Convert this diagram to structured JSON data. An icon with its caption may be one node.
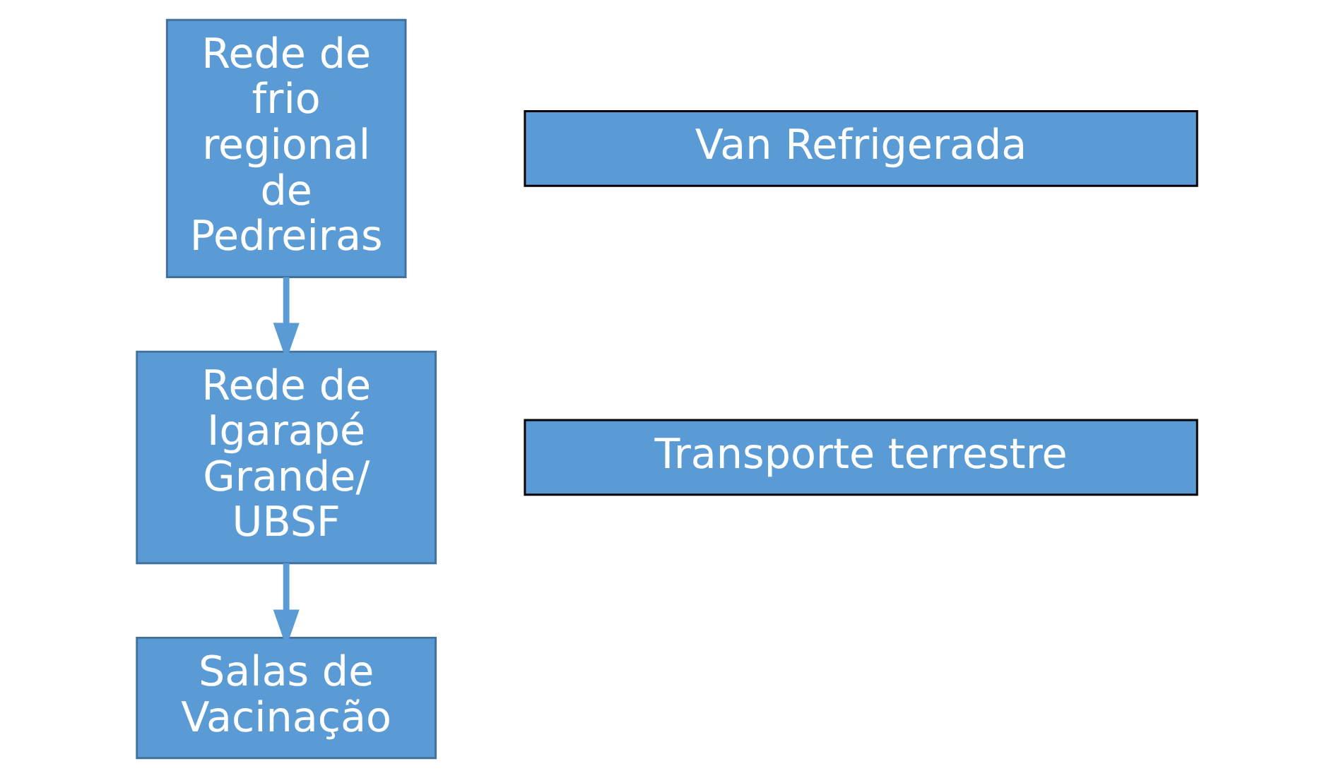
{
  "diagram": {
    "nodes": [
      {
        "text": [
          "Rede de frio regional de Pedreiras"
        ]
      },
      {
        "text": [
          "Van Refrigerada"
        ]
      },
      {
        "text": [
          "Transporte terrestre"
        ]
      },
      {
        "text": [
          "Rede de Igarapé Grande/ UBSF"
        ]
      },
      {
        "text": [
          "Salas de Vacinação"
        ]
      }
    ],
    "edges": [
      {
        "from": 0,
        "to": 3,
        "arrow": "to"
      },
      {
        "from": 3,
        "to": 4,
        "arrow": "to"
      }
    ]
  }
}
